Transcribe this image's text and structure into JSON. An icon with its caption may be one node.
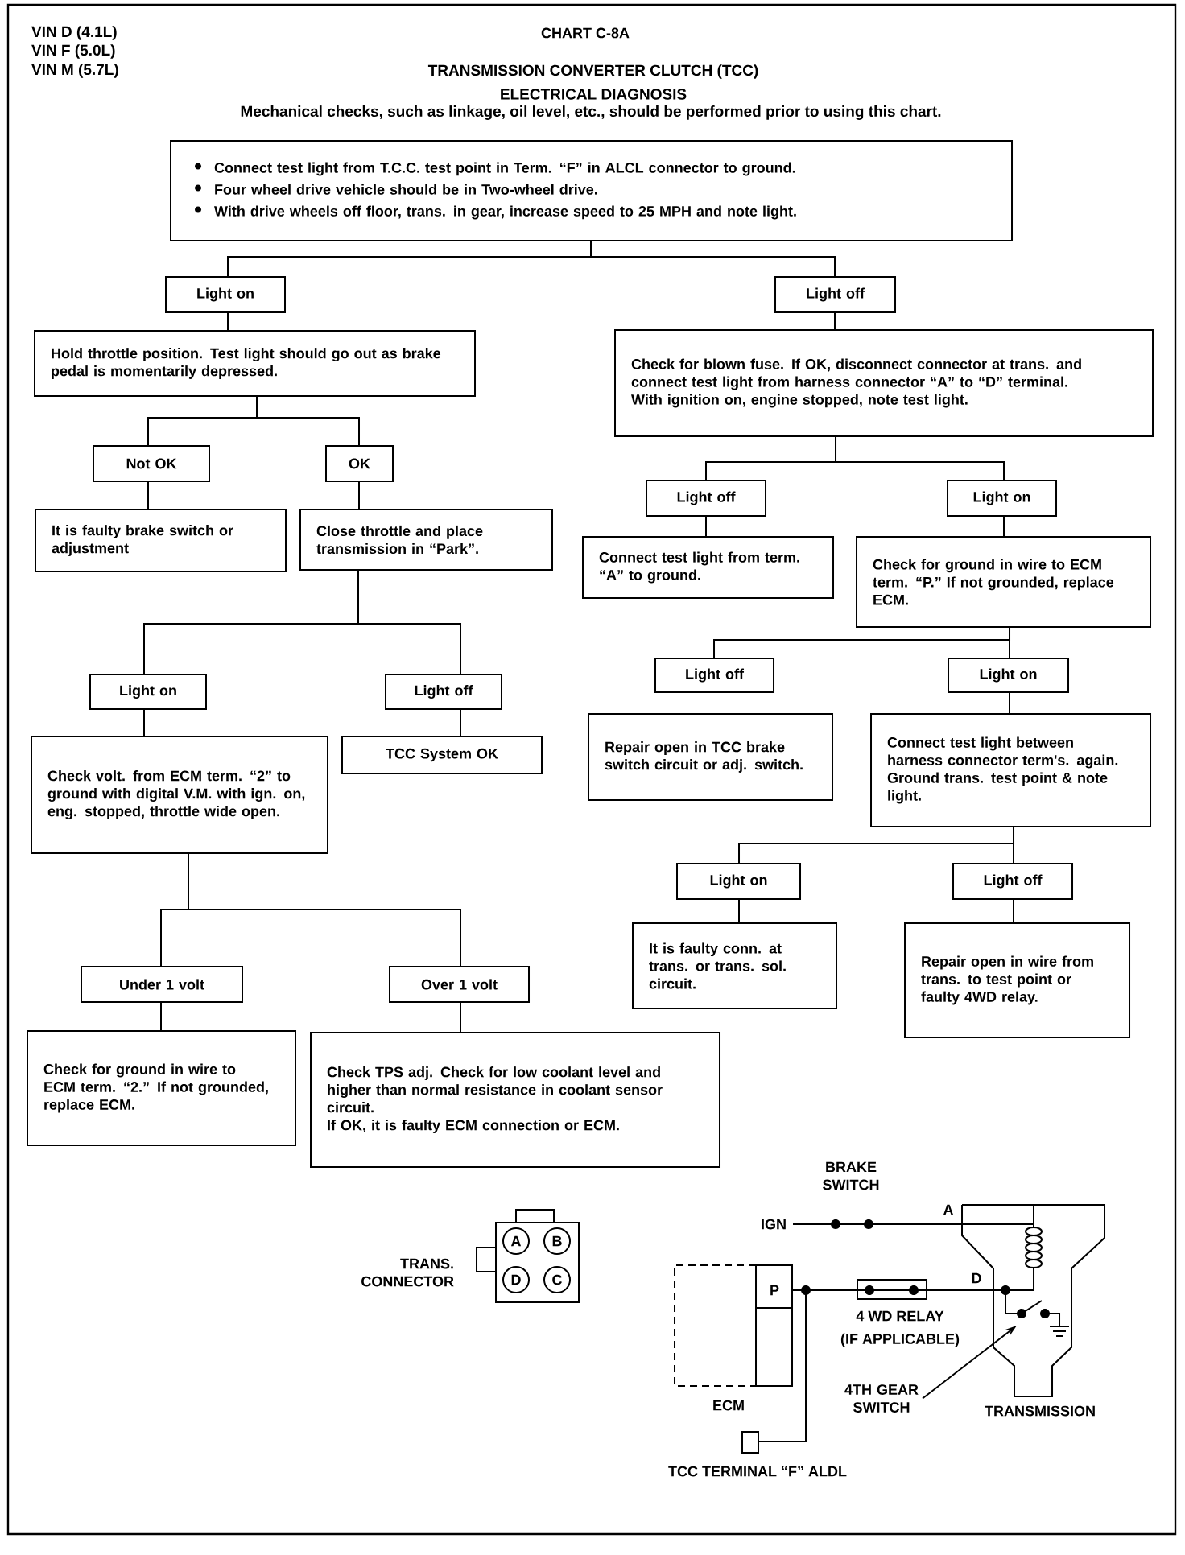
{
  "diagram": {
    "title": "CHART C-8A",
    "nodes": [
      {
        "text": [
          "Connect test light from T.C.C. test point in Term. “F” in ALCL connector to ground.",
          "Four wheel drive vehicle should be in Two-wheel drive.",
          "With drive wheels off floor, trans. in gear, increase speed to 25 MPH and note light."
        ]
      },
      {
        "text": [
          "Light on"
        ]
      },
      {
        "text": [
          "Light off"
        ]
      },
      {
        "text": [
          "Hold throttle position.  Test light should go out as brake pedal is momentarily depressed."
        ]
      },
      {
        "text": [
          "Check for blown fuse.  If OK, disconnect connector at trans. and connect test light from harness connector “A” to “D” terminal.",
          "With ignition on, engine stopped, note test light."
        ]
      },
      {
        "text": [
          "Not OK"
        ]
      },
      {
        "text": [
          "OK"
        ]
      },
      {
        "text": [
          "Light off"
        ]
      },
      {
        "text": [
          "Light on"
        ]
      },
      {
        "text": [
          "It is faulty brake switch or adjustment"
        ]
      },
      {
        "text": [
          "Close throttle and place transmission in “Park”."
        ]
      },
      {
        "text": [
          "Connect test light from term. “A” to ground."
        ]
      },
      {
        "text": [
          "Check for ground in wire to ECM term. “P.”  If not grounded, replace ECM."
        ]
      },
      {
        "text": [
          "Light off"
        ]
      },
      {
        "text": [
          "Light on"
        ]
      },
      {
        "text": [
          "Light on"
        ]
      },
      {
        "text": [
          "Light off"
        ]
      },
      {
        "text": [
          "Repair open in TCC brake switch circuit or adj. switch."
        ]
      },
      {
        "text": [
          "Connect test light between harness connector term's. again.  Ground trans. test point & note light."
        ]
      },
      {
        "text": [
          "Check volt. from ECM term. “2” to ground with digital V.M. with ign. on, eng. stopped, throttle wide open."
        ]
      },
      {
        "text": [
          "TCC System OK"
        ]
      },
      {
        "text": [
          "Light on"
        ]
      },
      {
        "text": [
          "Light off"
        ]
      },
      {
        "text": [
          "It is faulty conn. at trans. or trans. sol. circuit."
        ]
      },
      {
        "text": [
          "Repair open in wire from trans. to test point or faulty 4WD relay."
        ]
      },
      {
        "text": [
          "Under 1 volt"
        ]
      },
      {
        "text": [
          "Over 1 volt"
        ]
      },
      {
        "text": [
          "Check for ground in wire to ECM term. “2.” If not grounded, replace ECM."
        ]
      },
      {
        "text": [
          "Check TPS adj.  Check for low coolant level and higher than normal resistance in coolant sensor circuit.",
          "If OK, it is faulty ECM connection or ECM."
        ]
      },
      {
        "text": [
          "4TH GEAR SWITCH"
        ]
      }
    ],
    "edges": [
      {
        "from": 0,
        "to": 1,
        "arrow": "none"
      },
      {
        "from": 0,
        "to": 2,
        "arrow": "none"
      },
      {
        "from": 1,
        "to": 3,
        "arrow": "none"
      },
      {
        "from": 2,
        "to": 4,
        "arrow": "none"
      },
      {
        "from": 3,
        "to": 5,
        "arrow": "none"
      },
      {
        "from": 3,
        "to": 6,
        "arrow": "none"
      },
      {
        "from": 4,
        "to": 7,
        "arrow": "none"
      },
      {
        "from": 4,
        "to": 8,
        "arrow": "none"
      },
      {
        "from": 5,
        "to": 9,
        "arrow": "none"
      },
      {
        "from": 6,
        "to": 10,
        "arrow": "none"
      },
      {
        "from": 7,
        "to": 11,
        "arrow": "none"
      },
      {
        "from": 8,
        "to": 12,
        "arrow": "none"
      },
      {
        "from": 10,
        "to": 15,
        "arrow": "none"
      },
      {
        "from": 10,
        "to": 16,
        "arrow": "none"
      },
      {
        "from": 12,
        "to": 13,
        "arrow": "none"
      },
      {
        "from": 12,
        "to": 14,
        "arrow": "none"
      },
      {
        "from": 15,
        "to": 19,
        "arrow": "none"
      },
      {
        "from": 16,
        "to": 20,
        "arrow": "none"
      },
      {
        "from": 14,
        "to": 18,
        "arrow": "none"
      },
      {
        "from": 18,
        "to": 21,
        "arrow": "none"
      },
      {
        "from": 18,
        "to": 22,
        "arrow": "none"
      },
      {
        "from": 21,
        "to": 23,
        "arrow": "none"
      },
      {
        "from": 22,
        "to": 24,
        "arrow": "none"
      },
      {
        "from": 19,
        "to": 25,
        "arrow": "none"
      },
      {
        "from": 19,
        "to": 26,
        "arrow": "none"
      },
      {
        "from": 25,
        "to": 27,
        "arrow": "none"
      },
      {
        "from": 26,
        "to": 28,
        "arrow": "none"
      },
      {
        "from": 29,
        "to": null,
        "arrow": "to"
      }
    ],
    "labels": [
      "VIN D (4.1L)",
      "VIN F (5.0L)",
      "VIN M (5.7L)",
      "TRANSMISSION CONVERTER CLUTCH (TCC)",
      "ELECTRICAL DIAGNOSIS",
      "Mechanical checks, such as linkage, oil level, etc., should be performed prior to using this chart.",
      "A",
      "B",
      "D",
      "C",
      "TRANS. CONNECTOR",
      "BRAKE SWITCH",
      "IGN",
      "A",
      "P",
      "D",
      "4 WD RELAY",
      "(IF APPLICABLE)",
      "ECM",
      "TRANSMISSION",
      "TCC TERMINAL “F” ALDL"
    ]
  }
}
